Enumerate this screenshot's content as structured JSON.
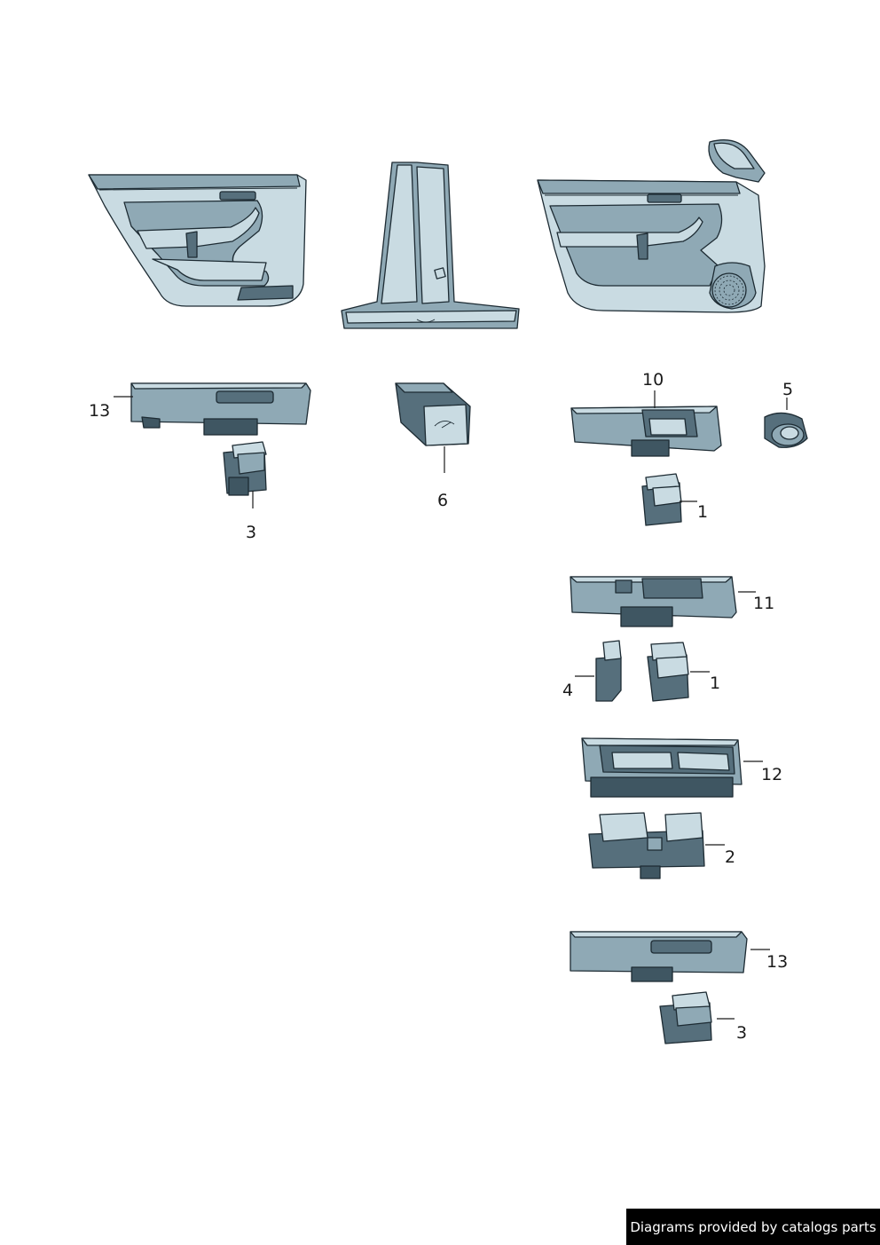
{
  "diagram": {
    "callouts": {
      "c13_left": "13",
      "c3_left": "3",
      "c6": "6",
      "c10": "10",
      "c5": "5",
      "c1_top": "1",
      "c11": "11",
      "c4": "4",
      "c1_mid": "1",
      "c12": "12",
      "c2": "2",
      "c13_right": "13",
      "c3_right": "3"
    }
  },
  "watermark": {
    "text": "Diagrams provided by catalogs parts"
  },
  "colors": {
    "part_light": "#c9dbe2",
    "part_mid": "#8fa9b5",
    "part_dark": "#566f7c",
    "outline": "#1d2b33"
  }
}
